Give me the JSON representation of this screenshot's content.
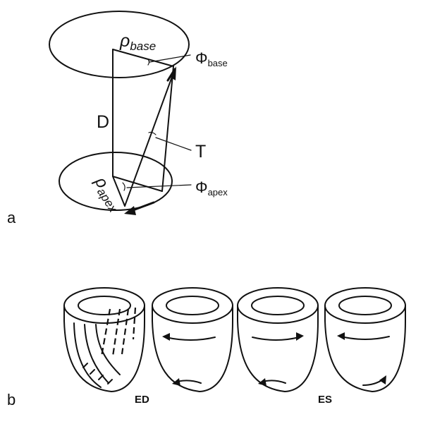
{
  "panel_a": {
    "label": "a",
    "rho_base": {
      "symbol": "ρ",
      "subscript": "base"
    },
    "phi_base": {
      "symbol": "Φ",
      "subscript": "base"
    },
    "D": "D",
    "T": "T",
    "rho_apex": {
      "symbol": "ρ",
      "subscript": "apex"
    },
    "phi_apex": {
      "symbol": "Φ",
      "subscript": "apex"
    }
  },
  "panel_b": {
    "label": "b",
    "ed_label": "ED",
    "es_label": "ES"
  }
}
